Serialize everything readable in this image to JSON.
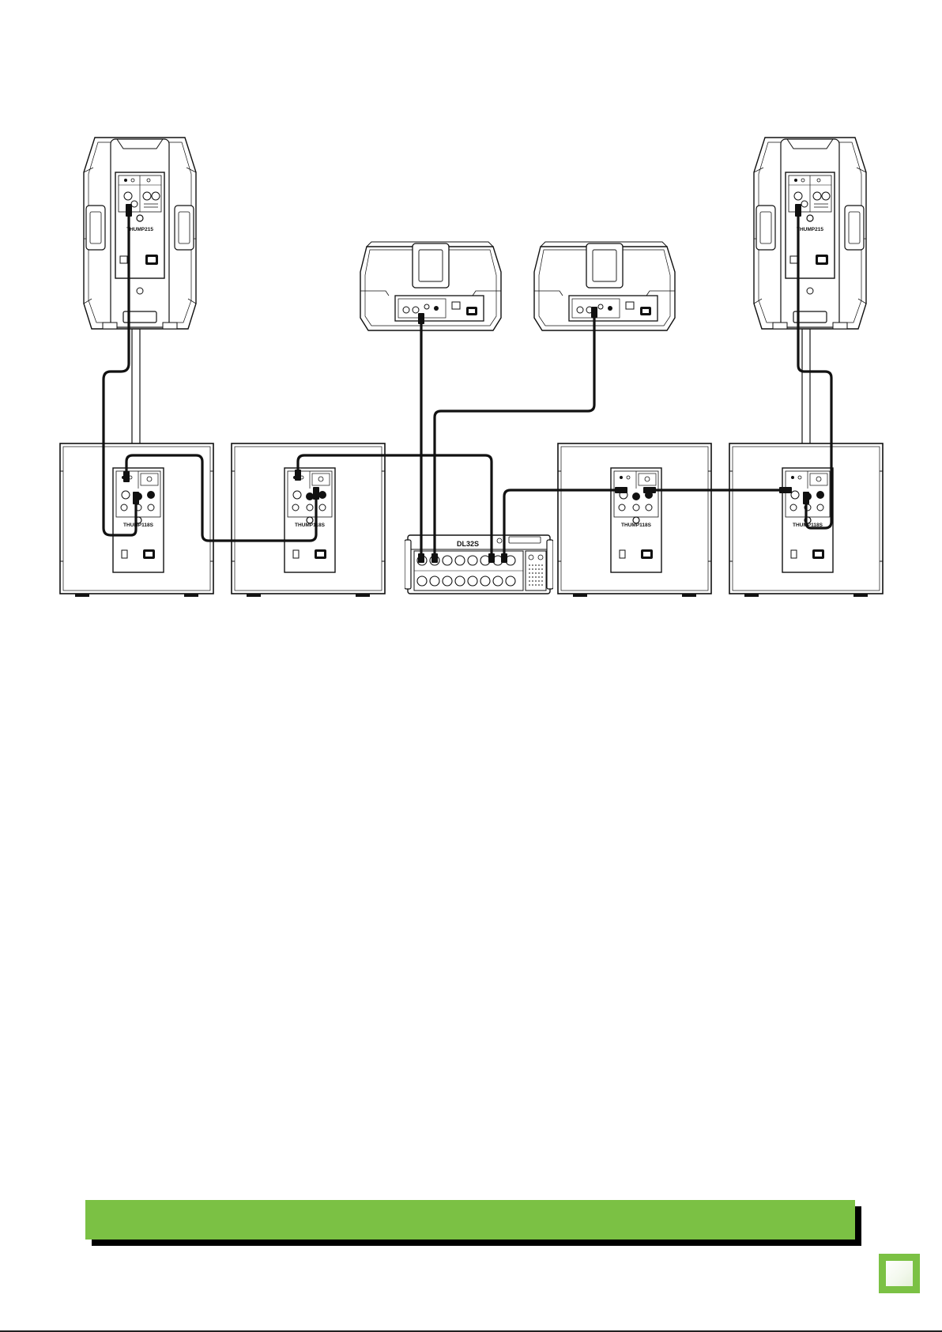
{
  "diagram": {
    "top_speaker_label": "THUMP215",
    "subwoofer_label": "THUMP118S",
    "mixer_label": "DL32S"
  },
  "colors": {
    "accent": "#7bc144",
    "line": "#111111"
  }
}
